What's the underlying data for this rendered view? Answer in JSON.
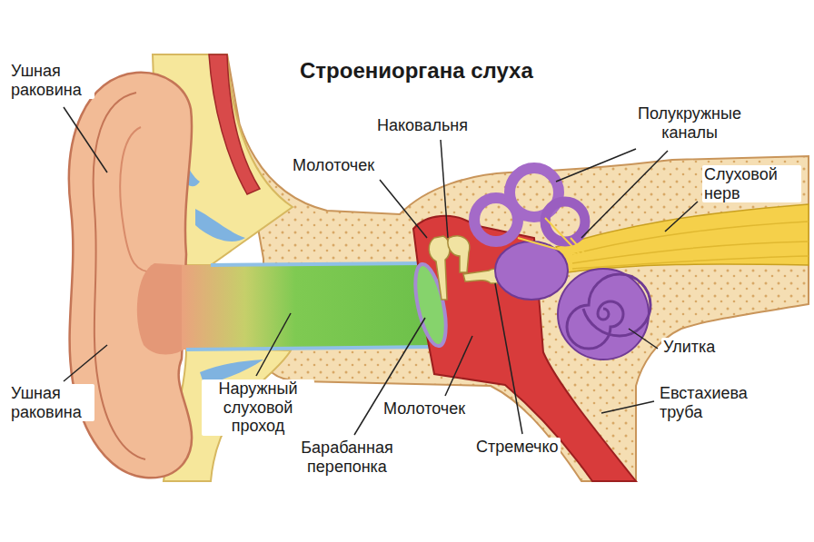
{
  "diagram": {
    "title": "Строениоргана слуха",
    "labels": [
      "Ушная раковина",
      "Наковальня",
      "Молоточек",
      "Полукружные каналы",
      "Слуховой нерв",
      "Улитка",
      "Ушная раковина",
      "Наружный слуховой проход",
      "Молоточек",
      "Евстахиева труба",
      "Барабанная перепонка",
      "Стремечко"
    ]
  }
}
